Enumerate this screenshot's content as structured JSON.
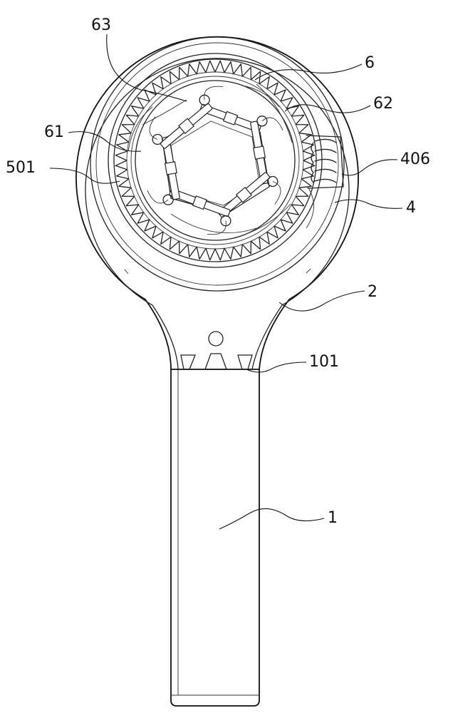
{
  "labels": [
    {
      "id": "63",
      "text": "63"
    },
    {
      "id": "6",
      "text": "6"
    },
    {
      "id": "62",
      "text": "62"
    },
    {
      "id": "61",
      "text": "61"
    },
    {
      "id": "406",
      "text": "406"
    },
    {
      "id": "501",
      "text": "501"
    },
    {
      "id": "4",
      "text": "4"
    },
    {
      "id": "2",
      "text": "2"
    },
    {
      "id": "101",
      "text": "101"
    },
    {
      "id": "1",
      "text": "1"
    }
  ]
}
